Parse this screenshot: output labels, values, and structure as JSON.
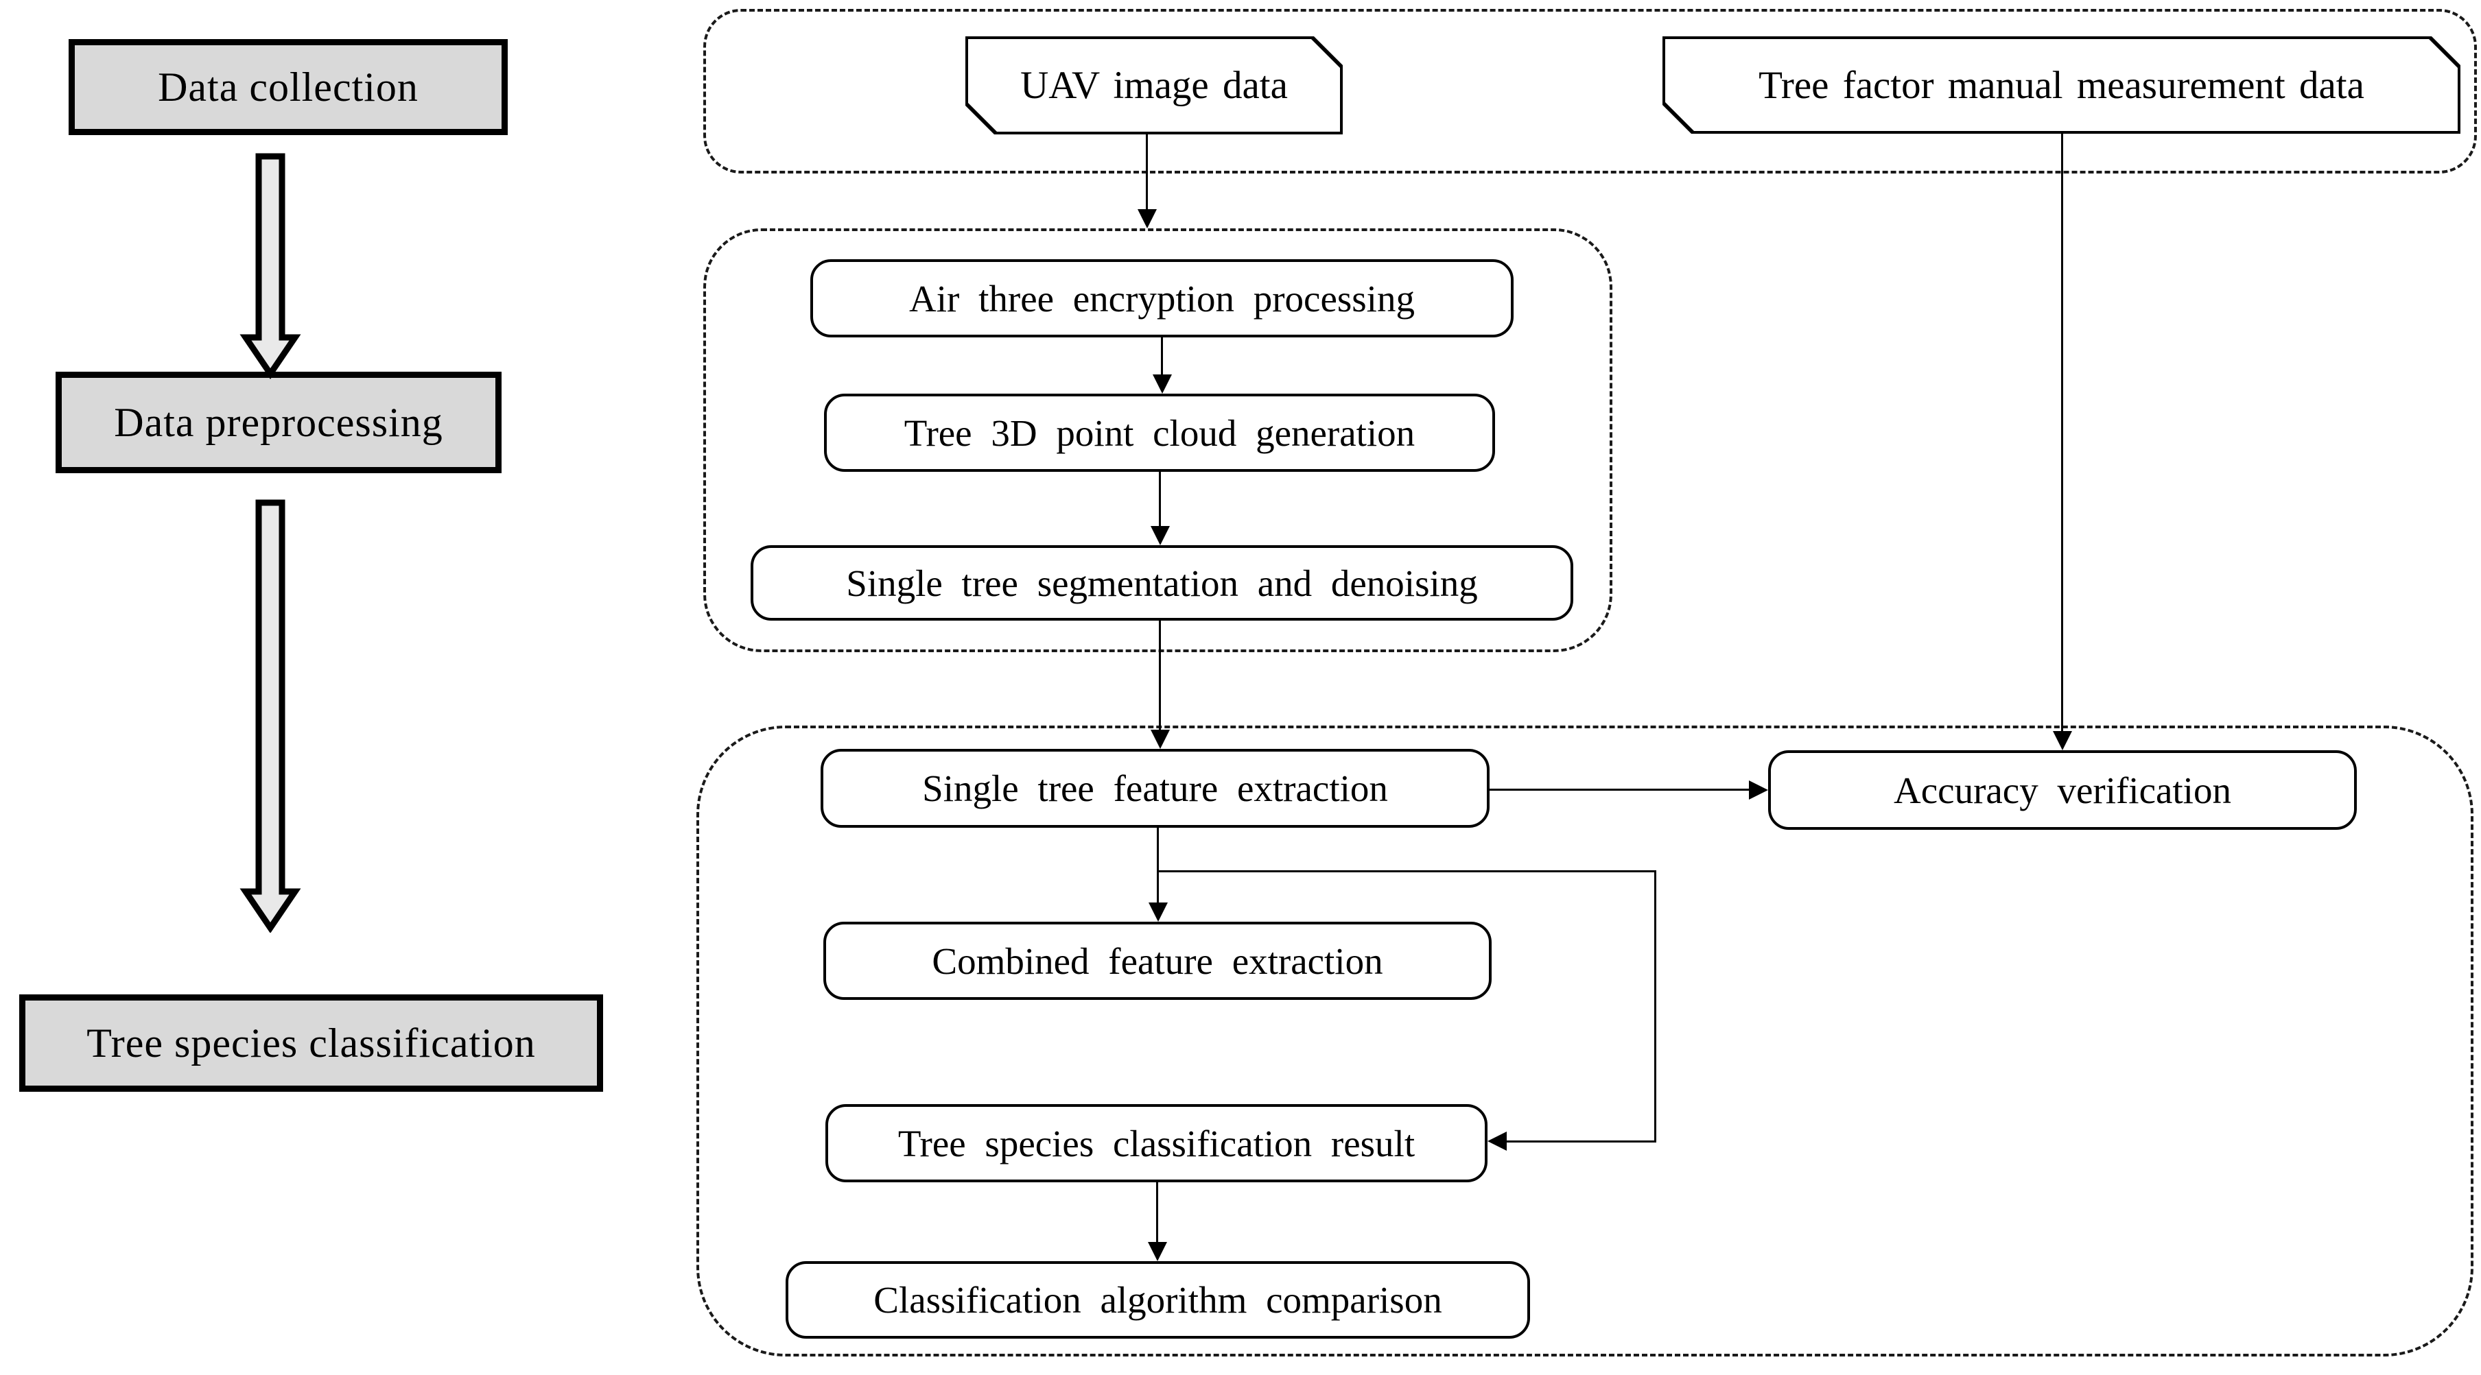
{
  "stages": {
    "data_collection": "Data collection",
    "data_preprocessing": "Data preprocessing",
    "tree_species_classification": "Tree species classification"
  },
  "nodes": {
    "uav_image_data": "UAV image data",
    "tree_factor_manual": "Tree factor manual measurement data",
    "air_three_encryption": "Air three encryption processing",
    "tree_3d_point_cloud": "Tree 3D point cloud generation",
    "single_tree_segmentation": "Single tree segmentation and denoising",
    "single_tree_feature": "Single tree feature extraction",
    "combined_feature": "Combined feature extraction",
    "classification_result": "Tree species classification result",
    "algorithm_comparison": "Classification algorithm comparison",
    "accuracy_verification": "Accuracy verification"
  },
  "colors": {
    "stage_fill": "#d9d9d9",
    "arrow_fill": "#e9e9e9",
    "line": "#000000",
    "background": "#ffffff"
  }
}
